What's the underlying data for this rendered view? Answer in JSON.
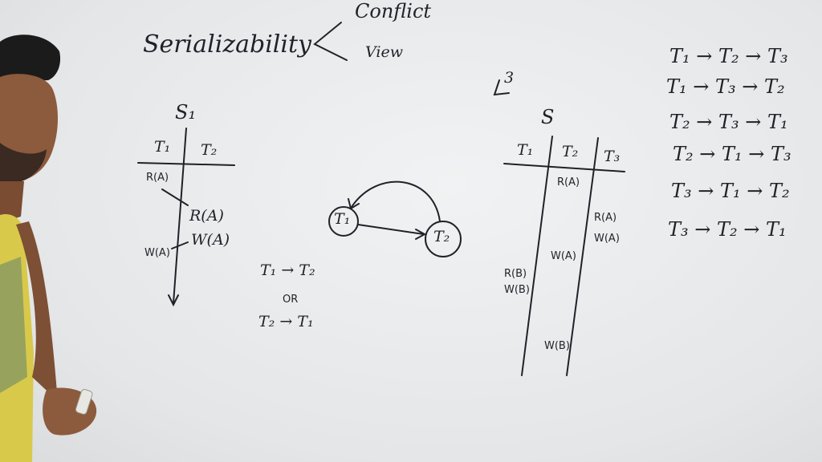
{
  "title": "Serializability",
  "types": [
    "Conflict",
    "View"
  ],
  "s1": {
    "name": "S₁",
    "headers": [
      "T₁",
      "T₂"
    ],
    "ops": [
      "R(A)",
      "R(A)",
      "W(A)",
      "W(A)"
    ]
  },
  "graph": {
    "nodes": [
      "T₁",
      "T₂"
    ]
  },
  "orders2": [
    "T₁ → T₂",
    "OR",
    "T₂ → T₁"
  ],
  "count": "3",
  "s": {
    "name": "S",
    "headers": [
      "T₁",
      "T₂",
      "T₃"
    ],
    "ops": [
      "R(A)",
      "R(A)",
      "W(A)",
      "W(A)",
      "R(B)",
      "W(B)",
      "W(B)"
    ]
  },
  "orders3": [
    "T₁ → T₂ → T₃",
    "T₁ → T₃ → T₂",
    "T₂ → T₃ → T₁",
    "T₂ → T₁ → T₃",
    "T₃ → T₁ → T₂",
    "T₃ → T₂ → T₁"
  ],
  "colors": {
    "ink": "#1f2228",
    "board": "#eceef0"
  },
  "objects": [
    "person-icon",
    "marker-icon"
  ]
}
